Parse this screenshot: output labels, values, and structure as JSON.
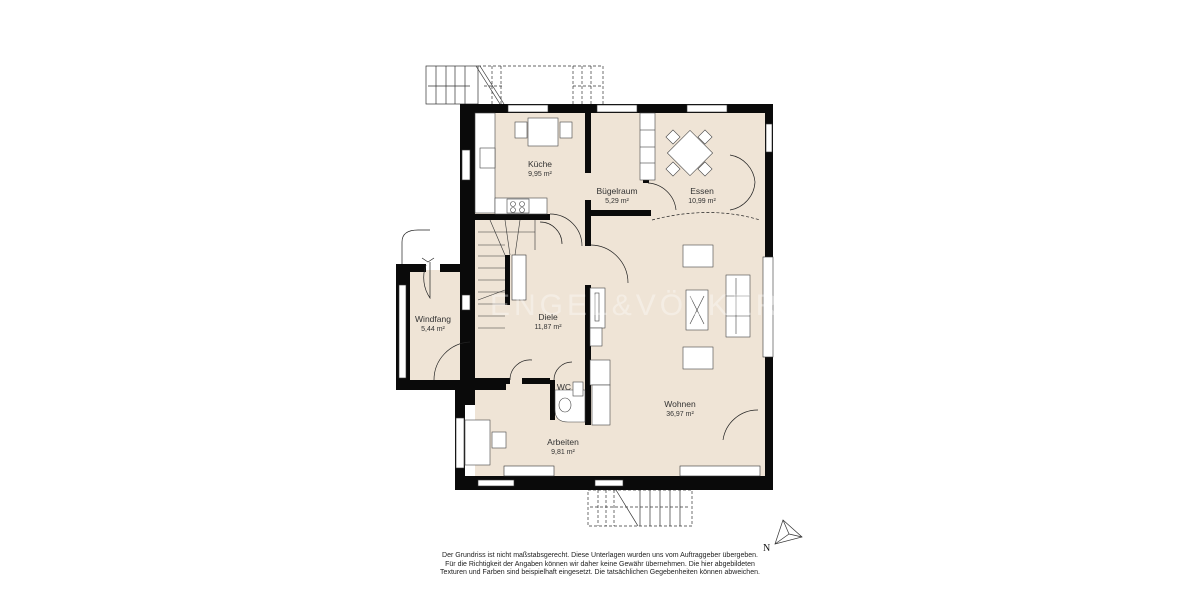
{
  "floorplan": {
    "watermark": "ENGEL&VÖLKERS",
    "rooms": [
      {
        "name": "Küche",
        "area": "9,95 m²"
      },
      {
        "name": "Bügelraum",
        "area": "5,29 m²"
      },
      {
        "name": "Essen",
        "area": "10,99 m²"
      },
      {
        "name": "Windfang",
        "area": "5,44 m²"
      },
      {
        "name": "Diele",
        "area": "11,87 m²"
      },
      {
        "name": "WC",
        "area": ""
      },
      {
        "name": "Wohnen",
        "area": "36,97 m²"
      },
      {
        "name": "Arbeiten",
        "area": "9,81 m²"
      }
    ],
    "compass": {
      "label": "N"
    },
    "colors": {
      "floor": "#efe4d6",
      "wall": "#0a0a0a",
      "background": "#ffffff"
    },
    "disclaimer": [
      "Der Grundriss ist nicht maßstabsgerecht. Diese Unterlagen wurden uns vom Auftraggeber übergeben.",
      "Für die Richtigkeit der Angaben können wir daher keine Gewähr übernehmen. Die hier abgebildeten",
      "Texturen und Farben sind beispielhaft eingesetzt. Die tatsächlichen Gegebenheiten können abweichen."
    ]
  }
}
